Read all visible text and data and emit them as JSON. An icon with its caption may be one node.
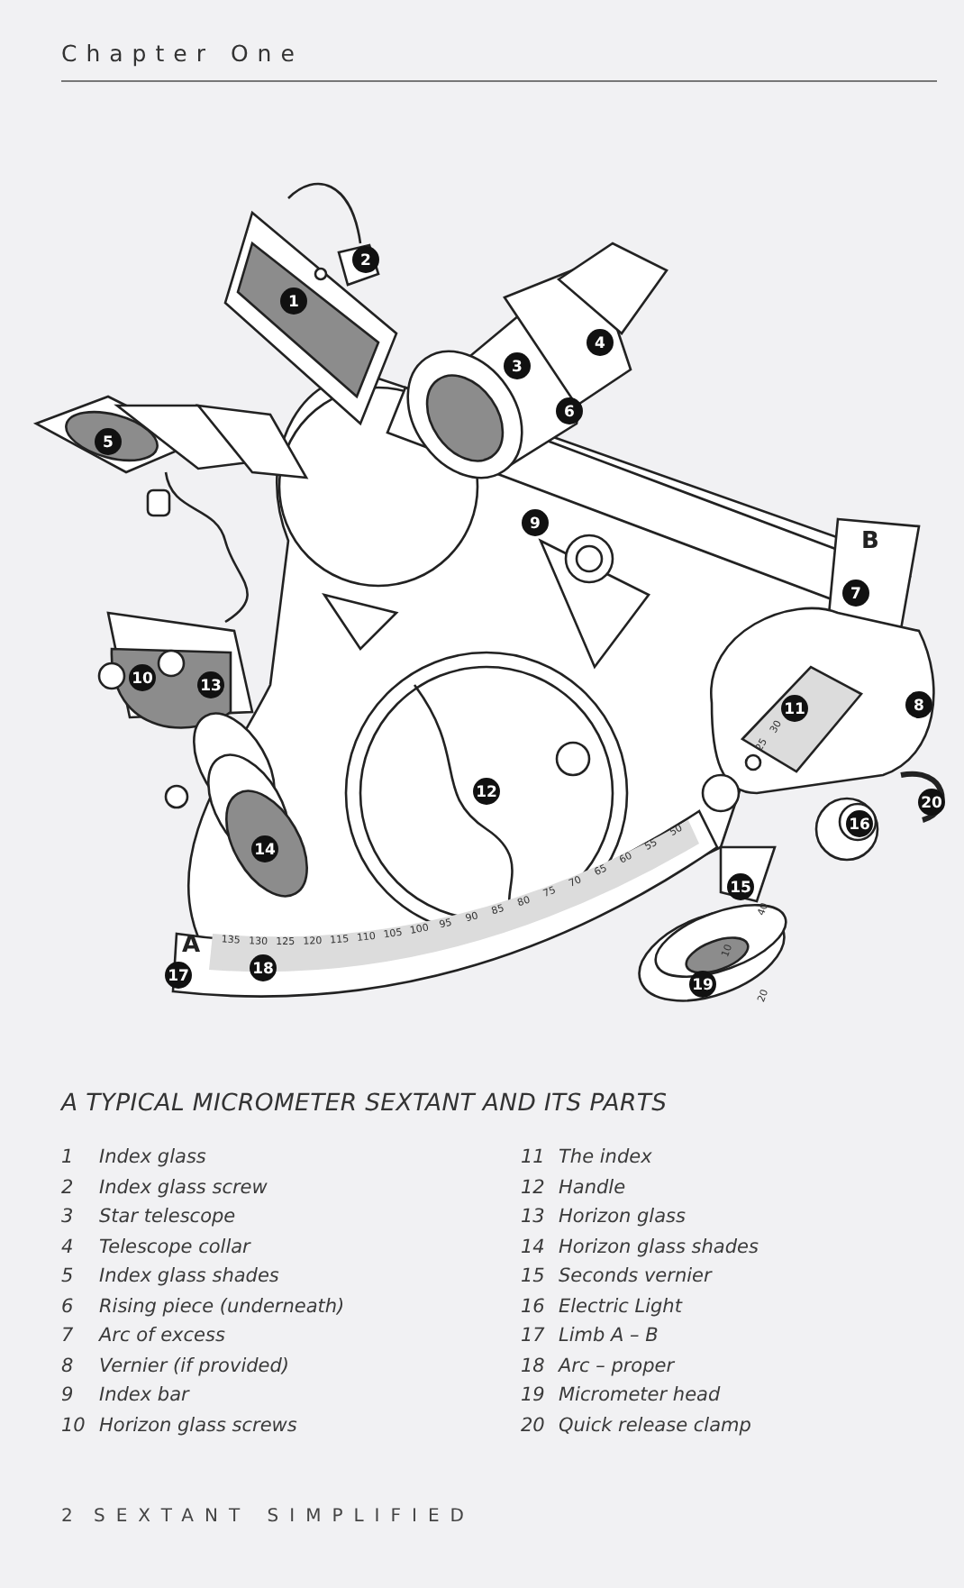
{
  "diagram": {
    "caption": "A TYPICAL MICROMETER SEXTANT AND ITS PARTS",
    "labels": [
      "Chapter One",
      "1",
      "2",
      "3",
      "4",
      "5",
      "6",
      "7",
      "8",
      "9",
      "10",
      "11",
      "12",
      "13",
      "14",
      "15",
      "16",
      "17",
      "18",
      "19",
      "20",
      "A",
      "B",
      "135",
      "130",
      "125",
      "120",
      "115",
      "110",
      "105",
      "100",
      "95",
      "90",
      "85",
      "80",
      "75",
      "70",
      "65",
      "60",
      "55",
      "50",
      "25",
      "30",
      "40",
      "10",
      "20",
      "1",
      "Index glass",
      "11",
      "The index",
      "2",
      "Index glass screw",
      "12",
      "Handle",
      "3",
      "Star telescope",
      "13",
      "Horizon glass",
      "4",
      "Telescope collar",
      "14",
      "Horizon glass shades",
      "5",
      "Index glass shades",
      "15",
      "Seconds vernier",
      "6",
      "Rising piece (underneath)",
      "16",
      "Electric Light",
      "7",
      "Arc of excess",
      "17",
      "Limb A – B",
      "8",
      "Vernier (if provided)",
      "18",
      "Arc –  proper",
      "9",
      "Index bar",
      "19",
      "Micrometer head",
      "10",
      "Horizon glass screws",
      "20",
      "Quick release clamp",
      "2",
      "SEXTANT SIMPLIFIED"
    ]
  }
}
